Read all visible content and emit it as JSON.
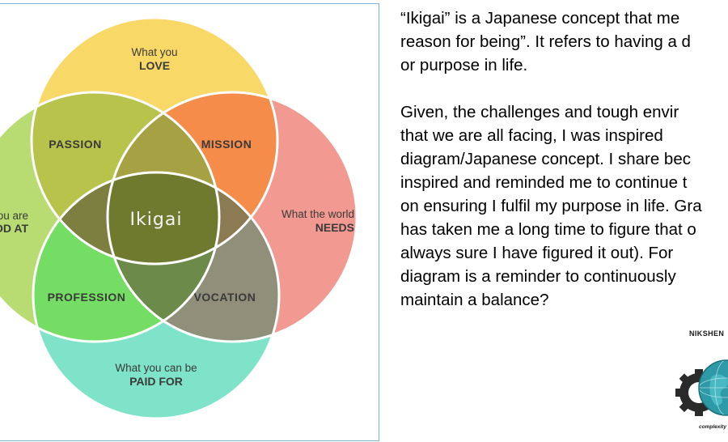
{
  "diagram": {
    "center": "Ikigai",
    "outer_circles": {
      "love": {
        "line1": "What you",
        "line2": "LOVE",
        "color": "#f8d866"
      },
      "good_at": {
        "line1": "ou are",
        "line2": "OD AT",
        "color": "#b8dc72"
      },
      "world_needs": {
        "line1": "What the world",
        "line2": "NEEDS",
        "color": "#f29a91"
      },
      "paid_for": {
        "line1": "What you can be",
        "line2": "PAID FOR",
        "color": "#7ee3c8"
      }
    },
    "intersections": {
      "passion": {
        "label": "PASSION",
        "color": "#b7c34a"
      },
      "mission": {
        "label": "MISSION",
        "color": "#f58c49"
      },
      "profession": {
        "label": "PROFESSION",
        "color": "#74dd63"
      },
      "vocation": {
        "label": "VOCATION",
        "color": "#8f8f7a"
      }
    },
    "center_color": "#6f7a2e",
    "frame_color": "#7fb3d5"
  },
  "text": {
    "para1": [
      "“Ikigai” is a Japanese concept that me",
      "reason for being”. It refers to having a d",
      "or purpose in life."
    ],
    "para2": [
      "Given, the challenges and tough envir",
      "that we are all facing, I was inspired",
      "diagram/Japanese concept. I share bec",
      "inspired and reminded me to continue t",
      "on ensuring I fulfil my purpose in life. Gra",
      "has taken me a long time to figure that o",
      "always sure I  have figured it out). For",
      "diagram is a reminder to continuously",
      "maintain a balance?"
    ]
  },
  "logo": {
    "brand": "NIKSHEN",
    "tagline": "complexity",
    "colors": {
      "globe": "#2e9aa8",
      "gear": "#2a2a2a"
    }
  }
}
